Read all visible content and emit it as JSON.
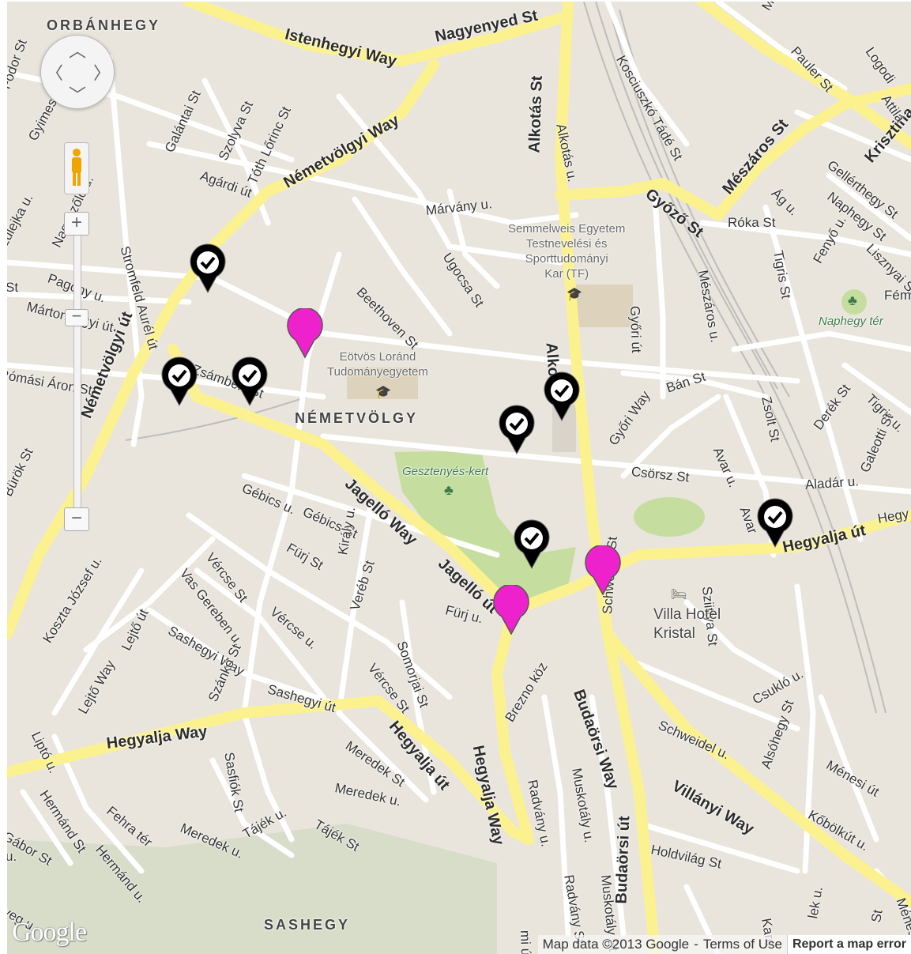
{
  "map": {
    "areas": [
      "ORBÁNHEGY",
      "NÉMETVÖLGY",
      "SASHEGY"
    ],
    "major_roads": [
      "Istenhegyi Way",
      "Nagyenyed St",
      "Németvölgyi Way",
      "Németvölgyi út",
      "Alkotás St",
      "Alkotás",
      "Győző St",
      "Mészáros St",
      "Krisztina",
      "Jagelló Way",
      "Jagelló út",
      "Hegyalja Way",
      "Hegyalja út",
      "Hegyalja Way",
      "Hegyalja út",
      "Budaörsi Way",
      "Villányi Way",
      "Budaörsi út"
    ],
    "streets": [
      "Fodor St",
      "Gyimes",
      "Zulejka u.",
      "Pagony u.",
      "Mártonhegyi út",
      "Rómási Áron St",
      "Bürök St",
      "St",
      "Stromfeld Aurél út",
      "Nagyszőlő u.",
      "Galántai St",
      "Szolyva St",
      "Tóth Lőrinc St",
      "Agárdi út",
      "Zsámbéki St",
      "Beethoven St",
      "Márvány u.",
      "Ugocsa St",
      "Alkotás u.",
      "Kosciuszkó Tádé St",
      "Pauler St",
      "Mik",
      "Logodi",
      "Attila",
      "Gellérthegy St",
      "Naphegy St",
      "Lisznyai St",
      "Ág u.",
      "Róka St",
      "Tigris St",
      "Fenyő u.",
      "Fém",
      "Mészáros u.",
      "Győri út",
      "Zsolt St",
      "Tigris u.",
      "Derék St",
      "Galeotti St",
      "Bán St",
      "Győri Way",
      "Csörsz St",
      "Avar u.",
      "Avar",
      "Aladár u.",
      "Hegy",
      "Gébics u.",
      "Gébics St",
      "Fürj St",
      "Fürj u.",
      "Király u.",
      "Vércse St",
      "Vércse u.",
      "Vércse St",
      "Vas Gereben u.",
      "Veréb St",
      "Somorjai St",
      "Sashegyi Way",
      "Sashegyi út",
      "Koszta József u.",
      "Lejtő út",
      "Lejtő Way",
      "Szánkó St",
      "Sasfiók St",
      "Meredek St",
      "Meredek u.",
      "Meredek u.",
      "Brezno köz",
      "Radvány u.",
      "Radvány St",
      "Muskotály u.",
      "Muskotály St",
      "Schweidel St",
      "Schweidel u.",
      "Sziittya St",
      "Csukló u.",
      "Alsóhegy St",
      "Ménesi út",
      "Kőbölkút u.",
      "Holdvilág St",
      "Liptó u.",
      "Hermánd St",
      "Hermánd u.",
      "Fehra tér",
      "Tájék u.",
      "Tájék St",
      "Gábor St",
      "u.",
      "veg u.",
      "mi út",
      "Karc",
      "lek u.",
      "St",
      "Ménesi"
    ],
    "pois": [
      "Semmelweis Egyetem\nTestnevelési és\nSporttudományi\nKar (TF)",
      "Eötvös Loránd\nTudományegyetem",
      "Gesztenyés-kert",
      "Naphegy tér",
      "Villa Hotel\nKristal"
    ]
  },
  "markers": [
    {
      "kind": "check",
      "icon": "checkmark-icon",
      "color": "#000000"
    },
    {
      "kind": "check",
      "icon": "checkmark-icon",
      "color": "#000000"
    },
    {
      "kind": "check",
      "icon": "checkmark-icon",
      "color": "#000000"
    },
    {
      "kind": "check",
      "icon": "checkmark-icon",
      "color": "#000000"
    },
    {
      "kind": "check",
      "icon": "checkmark-icon",
      "color": "#000000"
    },
    {
      "kind": "check",
      "icon": "checkmark-icon",
      "color": "#000000"
    },
    {
      "kind": "check",
      "icon": "checkmark-icon",
      "color": "#000000"
    },
    {
      "kind": "pin",
      "icon": "map-pin-icon",
      "color": "#ee22cc"
    },
    {
      "kind": "pin",
      "icon": "map-pin-icon",
      "color": "#ee22cc"
    },
    {
      "kind": "pin",
      "icon": "map-pin-icon",
      "color": "#ee22cc"
    }
  ],
  "controls": {
    "pan_icons": [
      "chevron-up-icon",
      "chevron-down-icon",
      "chevron-left-icon",
      "chevron-right-icon"
    ],
    "pegman_icon": "pegman-icon",
    "zoom_in_label": "+",
    "zoom_out_label": "−",
    "zoom_thumb_label": "−"
  },
  "footer": {
    "logo": "Google",
    "attribution": "Map data ©2013 Google",
    "separator": "-",
    "terms": "Terms of Use",
    "report": "Report a map error"
  },
  "colors": {
    "background": "#e9e5dc",
    "major_road": "#fbf28f",
    "minor_road": "#ffffff",
    "park": "#c5dea0",
    "marker_check": "#000000",
    "marker_pin": "#ee22cc"
  }
}
